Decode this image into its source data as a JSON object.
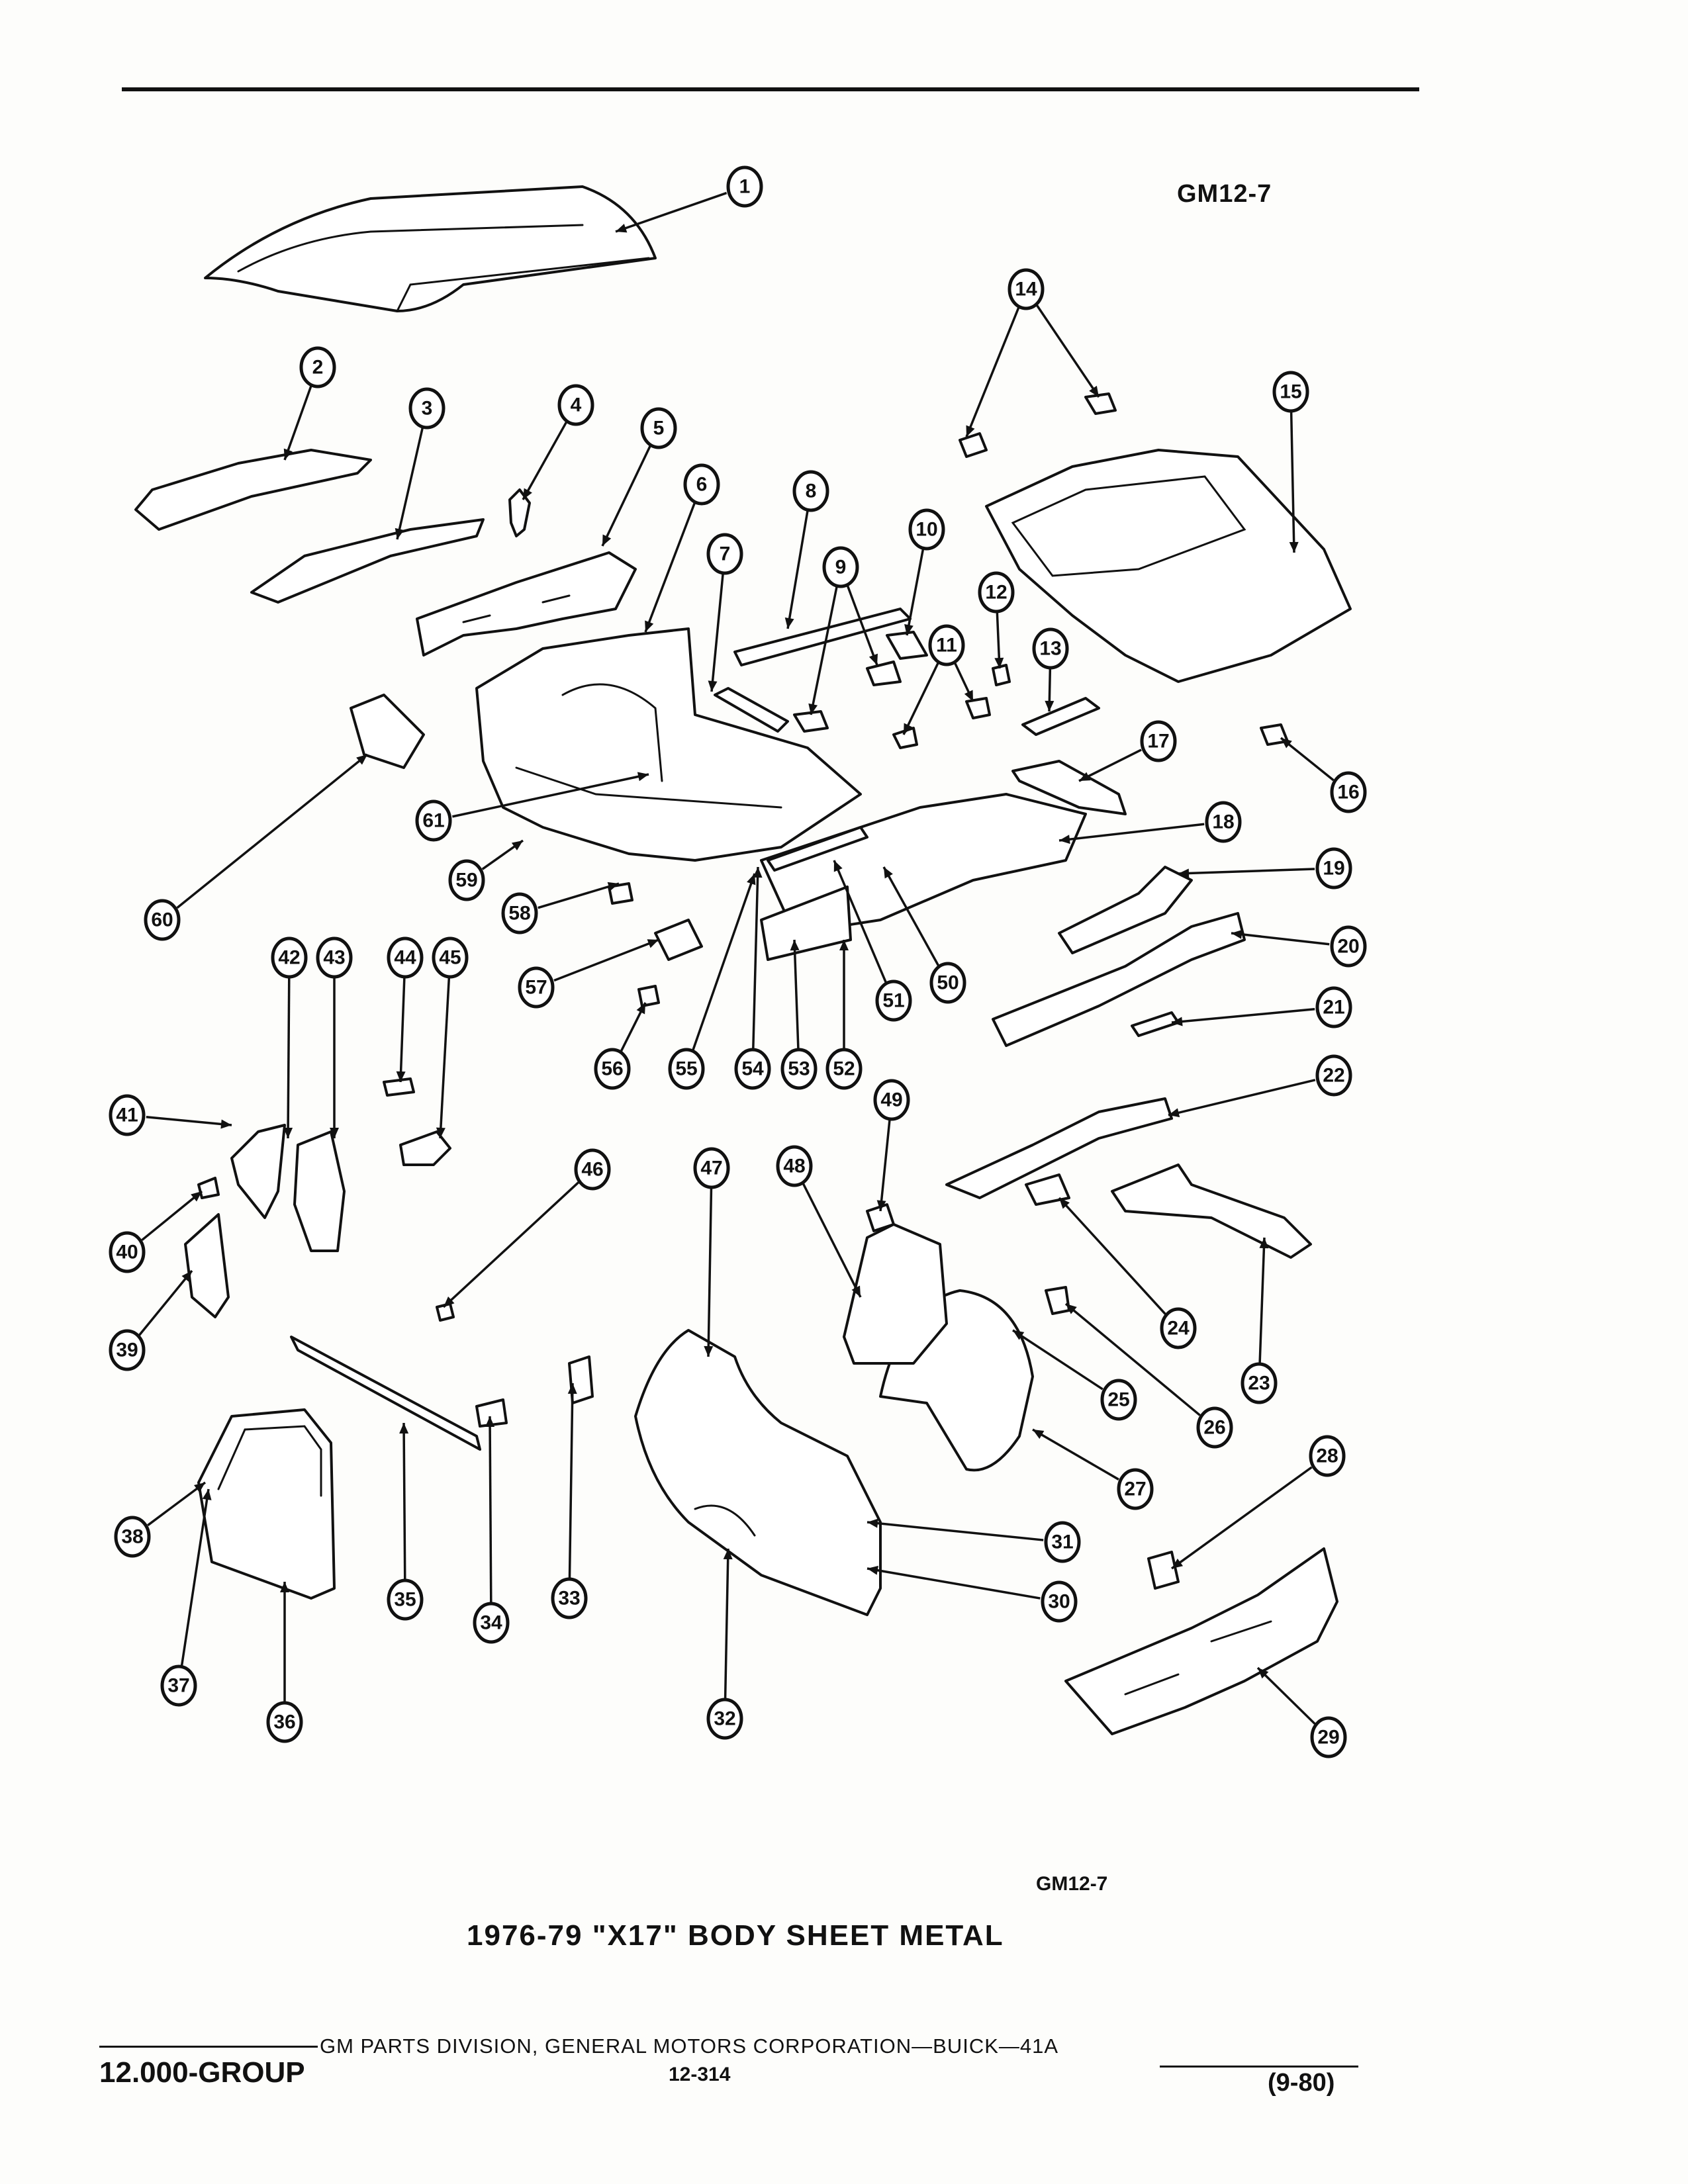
{
  "header": {
    "ref_code_top": "GM12-7",
    "ref_code_bottom": "GM12-7"
  },
  "diagram": {
    "title": "1976-79 \"X17\" BODY SHEET METAL",
    "callouts": [
      "1",
      "2",
      "3",
      "4",
      "5",
      "6",
      "7",
      "8",
      "9",
      "10",
      "11",
      "12",
      "13",
      "14",
      "15",
      "16",
      "17",
      "18",
      "19",
      "20",
      "21",
      "22",
      "23",
      "24",
      "25",
      "26",
      "27",
      "28",
      "29",
      "30",
      "31",
      "32",
      "33",
      "34",
      "35",
      "36",
      "37",
      "38",
      "39",
      "40",
      "41",
      "42",
      "43",
      "44",
      "45",
      "46",
      "47",
      "48",
      "49",
      "50",
      "51",
      "52",
      "53",
      "54",
      "55",
      "56",
      "57",
      "58",
      "59",
      "60",
      "61"
    ]
  },
  "footer": {
    "company_line": "GM PARTS DIVISION, GENERAL MOTORS CORPORATION—BUICK—41A",
    "page_number": "12-314",
    "group_label": "12.000-GROUP",
    "revision_date": "(9-80)"
  }
}
